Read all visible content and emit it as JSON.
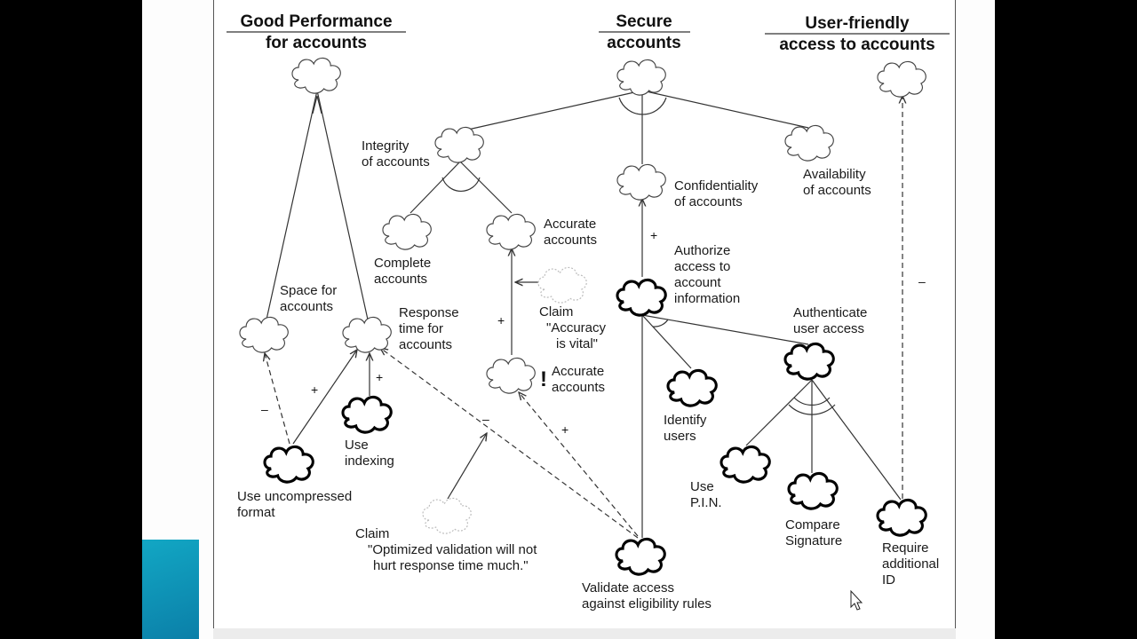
{
  "titles": {
    "performance_1": "Good Performance",
    "performance_2": "for accounts",
    "secure_1": "Secure",
    "secure_2": "accounts",
    "friendly_1": "User-friendly",
    "friendly_2": "access to accounts"
  },
  "labels": {
    "integrity_1": "Integrity",
    "integrity_2": "of accounts",
    "confidentiality_1": "Confidentiality",
    "confidentiality_2": "of accounts",
    "availability_1": "Availability",
    "availability_2": "of accounts",
    "complete_1": "Complete",
    "complete_2": "accounts",
    "accurate_1": "Accurate",
    "accurate_2": "accounts",
    "authorize_1": "Authorize",
    "authorize_2": "access to",
    "authorize_3": "account",
    "authorize_4": "information",
    "space_1": "Space for",
    "space_2": "accounts",
    "response_1": "Response",
    "response_2": "time for",
    "response_3": "accounts",
    "claim_acc_1": "Claim",
    "claim_acc_2": "\"Accuracy",
    "claim_acc_3": "is vital\"",
    "authenticate_1": "Authenticate",
    "authenticate_2": "user access",
    "accurate2_1": "Accurate",
    "accurate2_2": "accounts",
    "identify_1": "Identify",
    "identify_2": "users",
    "use_index_1": "Use",
    "use_index_2": "indexing",
    "uncompressed_1": "Use uncompressed",
    "uncompressed_2": "format",
    "pin_1": "Use",
    "pin_2": "P.I.N.",
    "compare_1": "Compare",
    "compare_2": "Signature",
    "require_1": "Require",
    "require_2": "additional",
    "require_3": "ID",
    "claim_opt_1": "Claim",
    "claim_opt_2": "\"Optimized validation will not",
    "claim_opt_3": "hurt response time much.\"",
    "validate_1": "Validate access",
    "validate_2": "against eligibility rules"
  },
  "signs": {
    "plus": "+",
    "minus": "–",
    "bang": "!"
  }
}
